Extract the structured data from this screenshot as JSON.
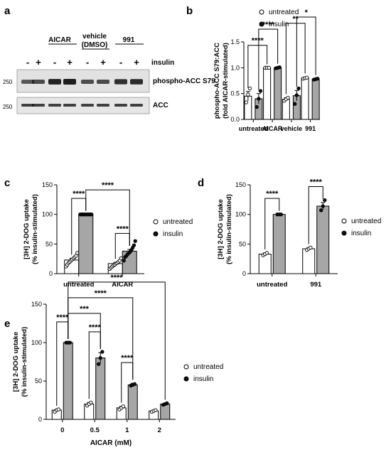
{
  "panels": {
    "a": {
      "letter": "a",
      "group_labels": [
        "AICAR",
        "vehicle",
        "(DMSO)",
        "991"
      ],
      "lane_signs": [
        "-",
        "+",
        "-",
        "+",
        "-",
        "+",
        "-",
        "+"
      ],
      "insulin_label": "insulin",
      "mw_top": "250",
      "mw_bottom": "250",
      "blot_top_label": "phospho-ACC S79",
      "blot_bottom_label": "ACC",
      "band_intensity_top": [
        0.55,
        0.62,
        0.95,
        0.98,
        0.6,
        0.62,
        0.85,
        0.88
      ],
      "band_intensity_bottom": [
        0.8,
        0.8,
        0.8,
        0.8,
        0.8,
        0.8,
        0.8,
        0.8
      ]
    }
  },
  "legend": {
    "untreated": "untreated",
    "insulin": "insulin"
  },
  "chart_data": [
    {
      "panel": "b",
      "type": "bar",
      "letter": "b",
      "ylabel_lines": [
        "phospho-ACC S79:ACC",
        "(fold AICAR-stimulated)"
      ],
      "ylim": [
        0,
        1.5
      ],
      "yticks": [
        "0.0",
        "0.5",
        "1.0",
        "1.5"
      ],
      "yvals": [
        0,
        0.5,
        1.0,
        1.5
      ],
      "categories": [
        "untreated",
        "AICAR",
        "vehicle",
        "991"
      ],
      "series": [
        {
          "name": "untreated",
          "values": [
            0.45,
            1.0,
            0.39,
            0.8
          ],
          "err": [
            0.09,
            0.0,
            0.03,
            0.02
          ],
          "points": [
            [
              0.33,
              0.48,
              0.6
            ],
            [
              1.0,
              1.0,
              1.0
            ],
            [
              0.36,
              0.39,
              0.42
            ],
            [
              0.79,
              0.8,
              0.81
            ]
          ]
        },
        {
          "name": "insulin",
          "values": [
            0.4,
            1.0,
            0.46,
            0.78
          ],
          "err": [
            0.1,
            0.01,
            0.1,
            0.01
          ],
          "points": [
            [
              0.24,
              0.4,
              0.55
            ],
            [
              0.99,
              1.0,
              1.01
            ],
            [
              0.3,
              0.47,
              0.6
            ],
            [
              0.77,
              0.78,
              0.79
            ]
          ]
        }
      ],
      "significance": [
        {
          "label": "****",
          "from": [
            0,
            0
          ],
          "to": [
            1,
            0
          ]
        },
        {
          "label": "****",
          "from": [
            0,
            1
          ],
          "to": [
            1,
            1
          ]
        },
        {
          "label": "**",
          "from": [
            2,
            0
          ],
          "to": [
            3,
            0
          ]
        },
        {
          "label": "*",
          "from": [
            2,
            1
          ],
          "to": [
            3,
            1
          ]
        }
      ]
    },
    {
      "panel": "c",
      "type": "bar",
      "letter": "c",
      "ylabel_lines": [
        "[3H] 2-DOG uptake",
        "(% insulin-stimulated)"
      ],
      "ylim": [
        0,
        150
      ],
      "yticks": [
        "0",
        "50",
        "100",
        "150"
      ],
      "yvals": [
        0,
        50,
        100,
        150
      ],
      "categories": [
        "untreated",
        "AICAR"
      ],
      "series": [
        {
          "name": "untreated",
          "values": [
            23,
            17
          ],
          "err": [
            3,
            2
          ],
          "points": [
            [
              12,
              15,
              18,
              20,
              22,
              24,
              26,
              28,
              30,
              35
            ],
            [
              8,
              10,
              12,
              14,
              15,
              17,
              18,
              20,
              22,
              26
            ]
          ]
        },
        {
          "name": "insulin",
          "values": [
            100,
            38
          ],
          "err": [
            0,
            3
          ],
          "points": [
            [
              100,
              100,
              100,
              100,
              100,
              100,
              100,
              100,
              100,
              100
            ],
            [
              22,
              28,
              30,
              33,
              35,
              37,
              40,
              44,
              48,
              55
            ]
          ]
        }
      ],
      "significance": [
        {
          "label": "****",
          "from": [
            0,
            0
          ],
          "to": [
            0,
            1
          ]
        },
        {
          "label": "****",
          "from": [
            1,
            0
          ],
          "to": [
            1,
            1
          ]
        },
        {
          "label": "****",
          "from": [
            0,
            1
          ],
          "to": [
            1,
            1
          ]
        }
      ]
    },
    {
      "panel": "d",
      "type": "bar",
      "letter": "d",
      "ylabel_lines": [
        "[3H] 2-DOG uptake",
        "(% insulin-stimulated)"
      ],
      "ylim": [
        0,
        150
      ],
      "yticks": [
        "0",
        "50",
        "100",
        "150"
      ],
      "yvals": [
        0,
        50,
        100,
        150
      ],
      "categories": [
        "untreated",
        "991"
      ],
      "series": [
        {
          "name": "untreated",
          "values": [
            33,
            42
          ],
          "err": [
            2,
            2
          ],
          "points": [
            [
              31,
              33,
              35
            ],
            [
              40,
              42,
              44
            ]
          ]
        },
        {
          "name": "insulin",
          "values": [
            100,
            114
          ],
          "err": [
            0,
            6
          ],
          "points": [
            [
              100,
              100,
              100
            ],
            [
              107,
              114,
              124
            ]
          ]
        }
      ],
      "significance": [
        {
          "label": "****",
          "from": [
            0,
            0
          ],
          "to": [
            0,
            1
          ]
        },
        {
          "label": "****",
          "from": [
            1,
            0
          ],
          "to": [
            1,
            1
          ]
        }
      ]
    },
    {
      "panel": "e",
      "type": "bar",
      "letter": "e",
      "ylabel_lines": [
        "[3H] 2-DOG uptake",
        "(% insulin-stimulated)"
      ],
      "xlabel": "AICAR (mM)",
      "ylim": [
        0,
        150
      ],
      "yticks": [
        "0",
        "50",
        "100",
        "150"
      ],
      "yvals": [
        0,
        50,
        100,
        150
      ],
      "categories": [
        "0",
        "0.5",
        "1",
        "2"
      ],
      "series": [
        {
          "name": "untreated",
          "values": [
            12,
            20,
            15,
            11
          ],
          "err": [
            1,
            2,
            2,
            1
          ],
          "points": [
            [
              10,
              12,
              13
            ],
            [
              18,
              20,
              22
            ],
            [
              13,
              15,
              17
            ],
            [
              10,
              11,
              12
            ]
          ]
        },
        {
          "name": "insulin",
          "values": [
            100,
            80,
            45,
            20
          ],
          "err": [
            0,
            7,
            2,
            1
          ],
          "points": [
            [
              100,
              100,
              100
            ],
            [
              72,
              80,
              88
            ],
            [
              44,
              45,
              46
            ],
            [
              19,
              20,
              21
            ]
          ]
        }
      ],
      "significance": [
        {
          "label": "****",
          "from": [
            0,
            0
          ],
          "to": [
            0,
            1
          ]
        },
        {
          "label": "****",
          "from": [
            1,
            0
          ],
          "to": [
            1,
            1
          ]
        },
        {
          "label": "****",
          "from": [
            2,
            0
          ],
          "to": [
            2,
            1
          ]
        },
        {
          "label": "***",
          "from": [
            0,
            1
          ],
          "to": [
            1,
            1
          ]
        },
        {
          "label": "****",
          "from": [
            0,
            1
          ],
          "to": [
            2,
            1
          ]
        },
        {
          "label": "****",
          "from": [
            0,
            1
          ],
          "to": [
            3,
            1
          ]
        }
      ]
    }
  ]
}
